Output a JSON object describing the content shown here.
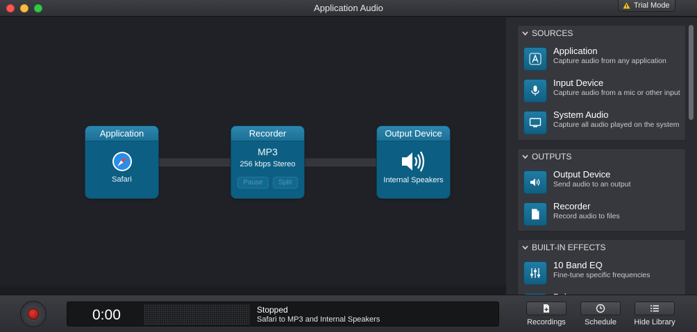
{
  "window": {
    "title": "Application Audio",
    "trial_label": "Trial Mode"
  },
  "canvas": {
    "nodes": {
      "application": {
        "title": "Application",
        "name": "Safari"
      },
      "recorder": {
        "title": "Recorder",
        "format": "MP3",
        "quality": "256 kbps Stereo",
        "pause_label": "Pause",
        "split_label": "Split"
      },
      "output": {
        "title": "Output Device",
        "name": "Internal Speakers"
      }
    }
  },
  "library": {
    "sources": {
      "header": "SOURCES",
      "items": [
        {
          "title": "Application",
          "desc": "Capture audio from any application",
          "icon": "app-store-icon"
        },
        {
          "title": "Input Device",
          "desc": "Capture audio from a mic or other input",
          "icon": "microphone-icon"
        },
        {
          "title": "System Audio",
          "desc": "Capture all audio played on the system",
          "icon": "monitor-icon"
        }
      ]
    },
    "outputs": {
      "header": "OUTPUTS",
      "items": [
        {
          "title": "Output Device",
          "desc": "Send audio to an output",
          "icon": "speaker-icon"
        },
        {
          "title": "Recorder",
          "desc": "Record audio to files",
          "icon": "document-icon"
        }
      ]
    },
    "effects": {
      "header": "BUILT-IN EFFECTS",
      "items": [
        {
          "title": "10 Band EQ",
          "desc": "Fine-tune specific frequencies",
          "icon": "equalizer-icon"
        },
        {
          "title": "Balance",
          "desc": "",
          "icon": "balance-icon"
        }
      ]
    }
  },
  "bottombar": {
    "time": "0:00",
    "status": "Stopped",
    "status_detail": "Safari to MP3 and Internal Speakers",
    "recordings_label": "Recordings",
    "schedule_label": "Schedule",
    "hide_library_label": "Hide Library"
  },
  "colors": {
    "accent": "#1b7096",
    "record": "#c62a22",
    "warning": "#f5c518"
  }
}
